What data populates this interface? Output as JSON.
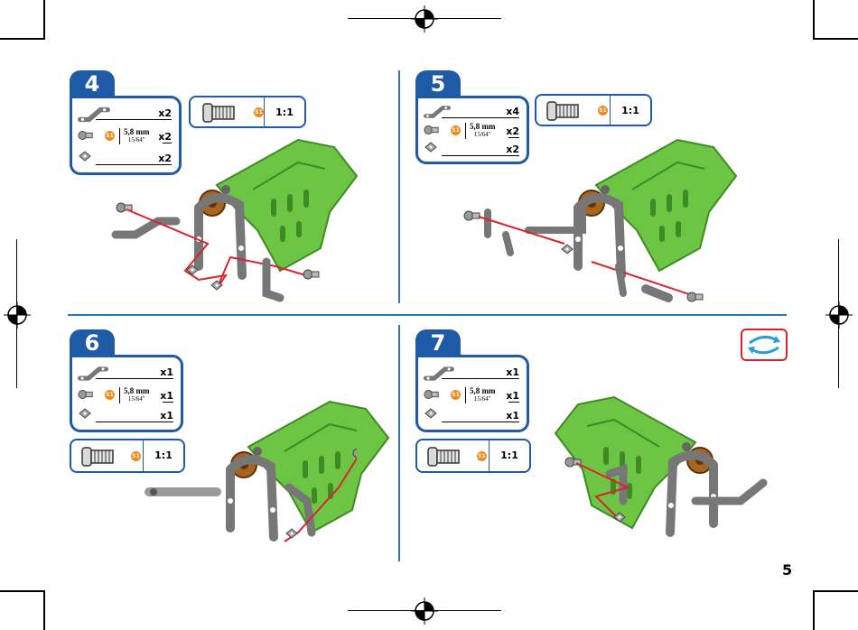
{
  "page": {
    "number": "5"
  },
  "colors": {
    "brand_blue": "#1f5aa6",
    "divider_blue": "#2a77b7",
    "accent_orange": "#f08a1c",
    "model_green": "#6cc644",
    "rotate_red": "#d9232d"
  },
  "icons": [
    "screw-icon",
    "bracket-icon",
    "nut-icon",
    "rotate-icon",
    "registration-mark-icon"
  ],
  "steps": [
    {
      "number": "4",
      "parts": [
        "x2",
        "x2",
        "x2"
      ],
      "screw_length": "5,8 mm",
      "screw_length_in": "15/64\"",
      "tool_badge": "S1",
      "scale": "1:1"
    },
    {
      "number": "5",
      "parts": [
        "x4",
        "x2",
        "x2"
      ],
      "screw_length": "5,8 mm",
      "screw_length_in": "15/64\"",
      "tool_badge": "S1",
      "scale": "1:1"
    },
    {
      "number": "6",
      "parts": [
        "x1",
        "x1",
        "x1"
      ],
      "screw_length": "5,8 mm",
      "screw_length_in": "15/64\"",
      "tool_badge": "S1",
      "scale": "1:1"
    },
    {
      "number": "7",
      "parts": [
        "x1",
        "x1",
        "x1"
      ],
      "screw_length": "5,8 mm",
      "screw_length_in": "15/64\"",
      "tool_badge": "S1",
      "scale": "1:1"
    }
  ]
}
